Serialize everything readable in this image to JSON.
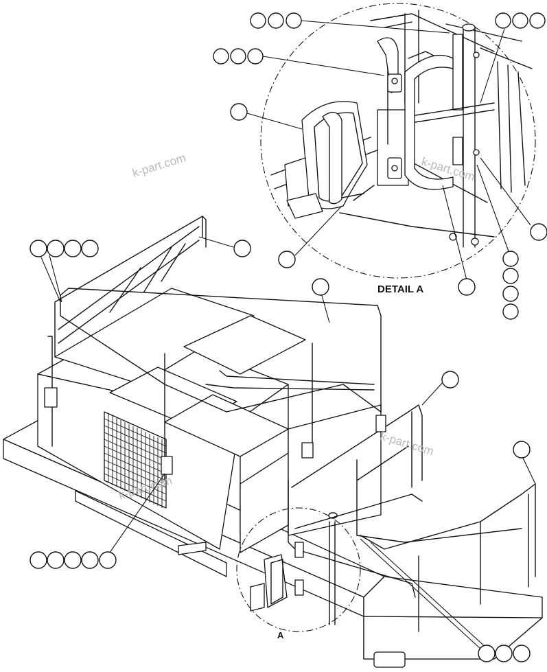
{
  "labels": {
    "detail_title": "DETAIL A",
    "section_marker": "A"
  },
  "watermarks": [
    "k-part.com",
    "k-part.com",
    "k-part.com",
    "k-part.com"
  ]
}
